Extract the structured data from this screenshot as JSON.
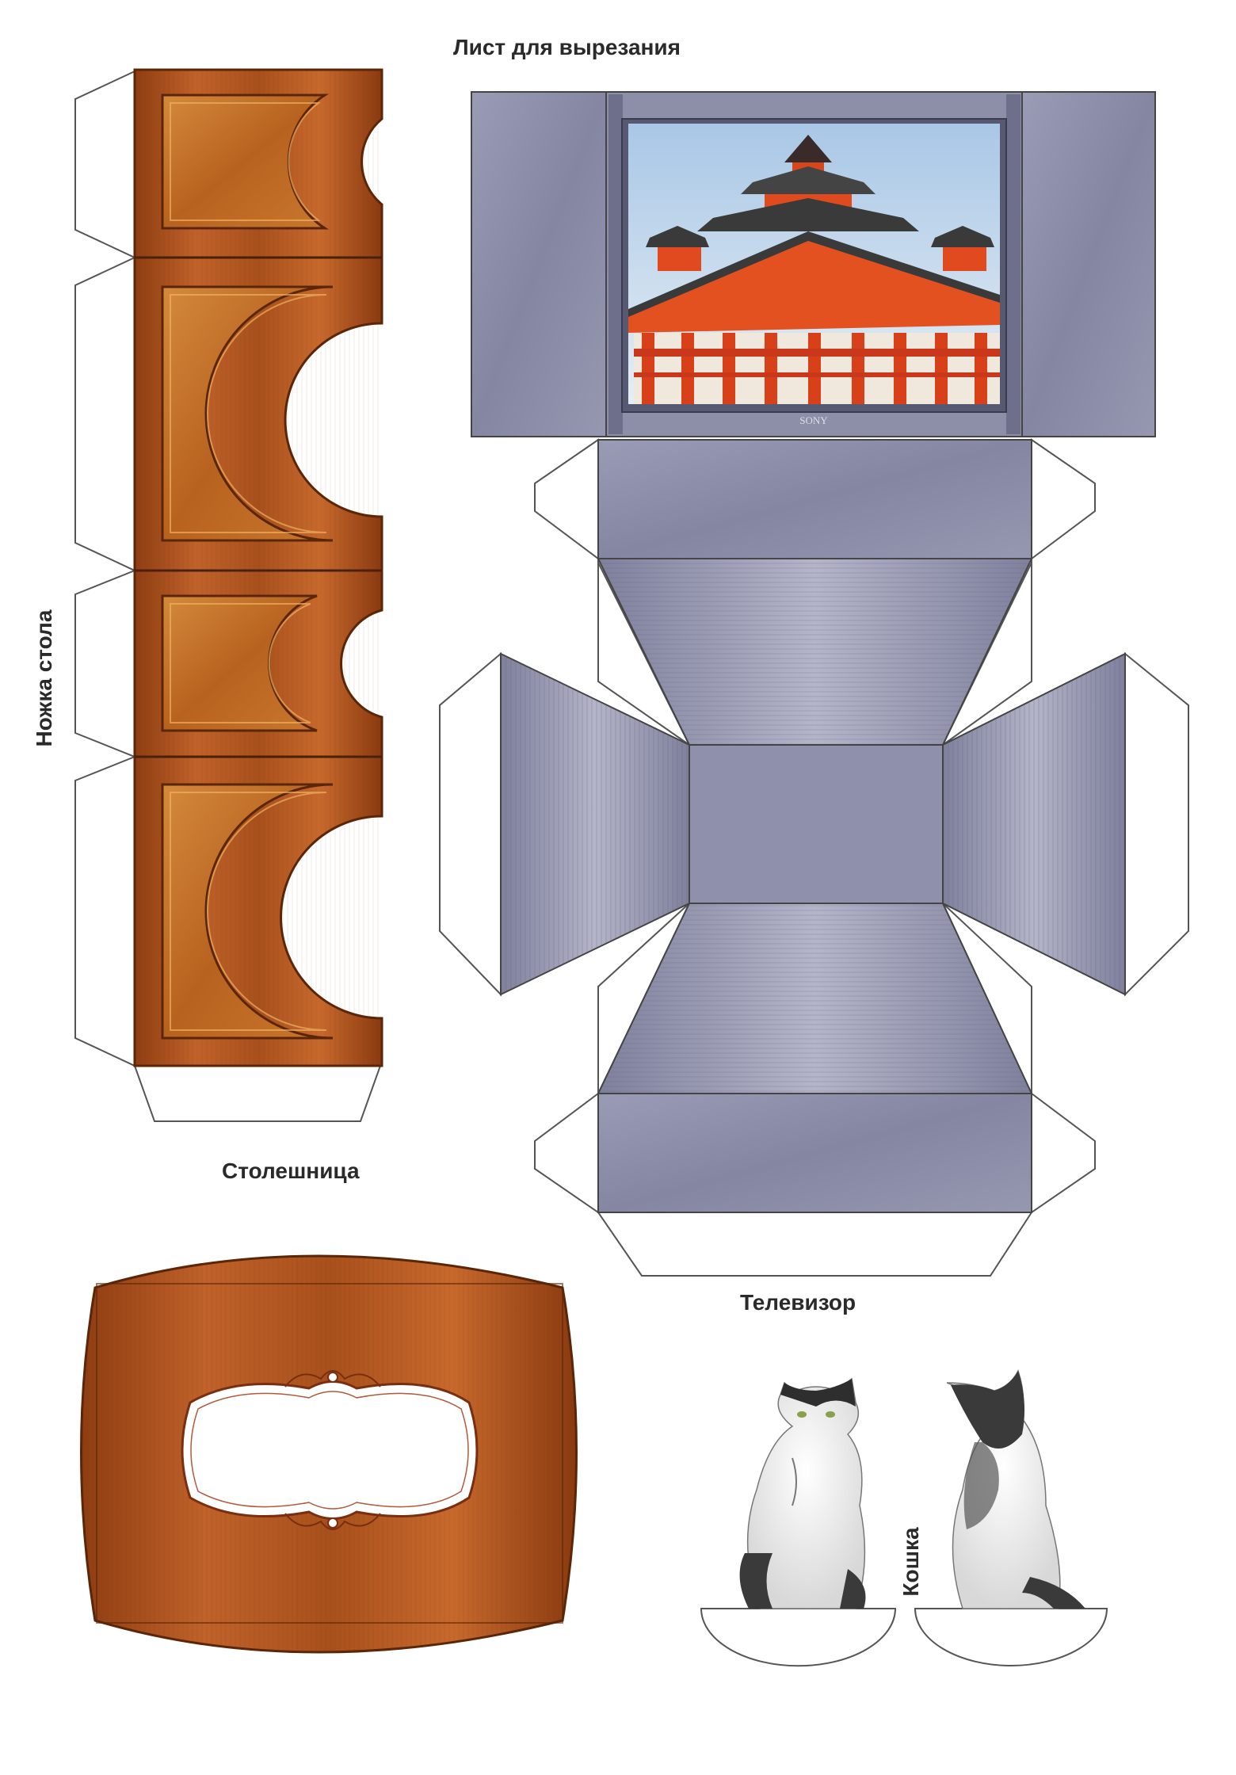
{
  "sheet": {
    "title": "Лист для вырезания"
  },
  "parts": {
    "leg_label": "Ножка стола",
    "tabletop_label": "Столешница",
    "tv_label": "Телевизор",
    "cat_label": "Кошка"
  },
  "tv_screen": {
    "brand": "SONY"
  },
  "colors": {
    "wood": "#b85a1c",
    "wood_dark": "#7a3510",
    "wood_light": "#d98a3a",
    "tv_gray": "#8c8da8",
    "tv_gray_dark": "#6f7090",
    "tv_gray_light": "#a9aac0",
    "pagoda_red": "#d8461c",
    "sky": "#cfe0ee",
    "outline": "#555555"
  }
}
